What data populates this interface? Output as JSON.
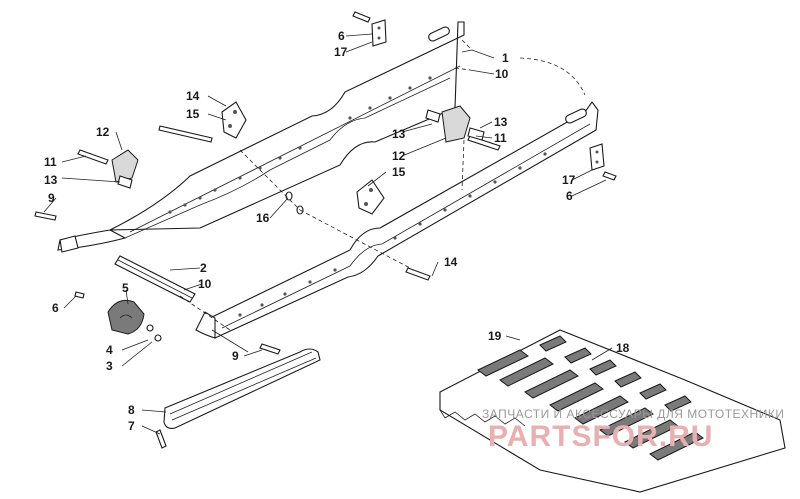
{
  "callouts": {
    "c1": "1",
    "c2": "2",
    "c3": "3",
    "c4": "4",
    "c5": "5",
    "c6a": "6",
    "c6b": "6",
    "c6c": "6",
    "c7": "7",
    "c8": "8",
    "c9a": "9",
    "c9b": "9",
    "c10a": "10",
    "c10b": "10",
    "c11a": "11",
    "c11b": "11",
    "c12a": "12",
    "c12b": "12",
    "c13a": "13",
    "c13b": "13",
    "c13c": "13",
    "c14a": "14",
    "c14b": "14",
    "c15a": "15",
    "c15b": "15",
    "c16": "16",
    "c17a": "17",
    "c17b": "17",
    "c18": "18",
    "c19": "19"
  },
  "watermark": {
    "line1": "ЗАПЧАСТИ И АКСЕССУАРЫ ДЛЯ МОТОТЕХНИКИ",
    "line2": "PARTSFOR.RU"
  }
}
